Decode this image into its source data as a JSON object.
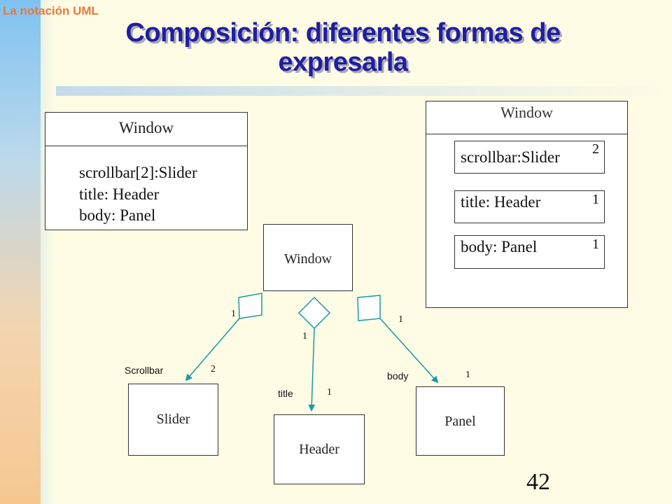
{
  "header": {
    "topic": "La notación UML",
    "title_line1": "Composición: diferentes formas de",
    "title_line2": "expresarla"
  },
  "left_class": {
    "name": "Window",
    "attributes": [
      "scrollbar[2]:Slider",
      "title: Header",
      "body: Panel"
    ]
  },
  "right_class": {
    "name": "Window",
    "parts": [
      {
        "name": "scrollbar:Slider",
        "mult": "2"
      },
      {
        "name": "title: Header",
        "mult": "1"
      },
      {
        "name": "body: Panel",
        "mult": "1"
      }
    ]
  },
  "tree": {
    "whole": "Window",
    "slider": {
      "name": "Slider",
      "role": "Scrollbar",
      "role_mult": "2",
      "end_mult": "1"
    },
    "header": {
      "name": "Header",
      "role": "title",
      "role_mult": "1",
      "end_mult": "1"
    },
    "panel": {
      "name": "Panel",
      "role": "body",
      "role_mult": "1",
      "end_mult": "1"
    }
  },
  "page_number": "42",
  "colors": {
    "title": "#1f1f9e",
    "topic": "#e8783c",
    "connector": "#1a9aa0"
  }
}
